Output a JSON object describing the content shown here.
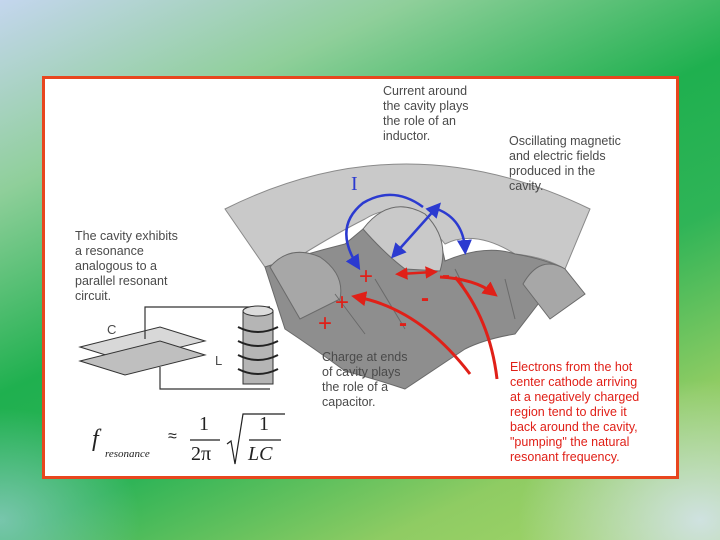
{
  "labels": {
    "current": "Current around\nthe cavity plays\nthe role of an\ninductor.",
    "oscillating": "Oscillating magnetic\nand electric fields\nproduced in the\n        cavity.",
    "resonance": "The cavity exhibits\na resonance\nanalogous to a\nparallel resonant\ncircuit.",
    "charge": "Charge at ends\nof cavity plays\nthe role of a\ncapacitor.",
    "electrons": "Electrons from the hot\ncenter cathode arriving\nat a negatively charged\nregion tend to drive it\nback around the cavity,\n\"pumping\" the natural\nresonant frequency.",
    "current_symbol": "I",
    "cap_label": "C",
    "ind_label": "L"
  },
  "charges": {
    "plus": "+",
    "minus": "-"
  },
  "formula": {
    "f": "f",
    "subscript": "resonance",
    "approx": "≈",
    "num": "1",
    "den": "2π",
    "rnum": "1",
    "rden": "LC"
  },
  "colors": {
    "frame": "#e8461e",
    "cavity_light": "#c9c9c9",
    "cavity_dark": "#8e8e8e",
    "blue": "#2b3ad0",
    "red": "#e02018",
    "label_text": "#4a4a4a"
  }
}
